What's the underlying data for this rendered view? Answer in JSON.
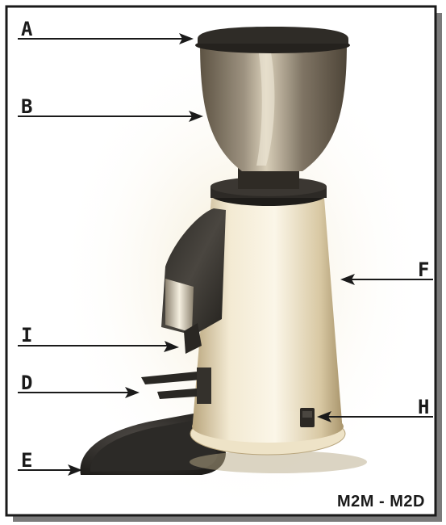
{
  "labels": {
    "a": "A",
    "b": "B",
    "f": "F",
    "i": "I",
    "d": "D",
    "h": "H",
    "e": "E"
  },
  "model": "M2M - M2D",
  "parts": {
    "a": "hopper-lid",
    "b": "bean-hopper",
    "f": "grinder-body",
    "i": "dispensing-spout",
    "d": "portafilter-holder",
    "h": "power-switch",
    "e": "drip-tray"
  },
  "colors": {
    "frame": "#1a1a1a",
    "shadow": "#7a7a7a",
    "body": "#e8dcc0",
    "dark": "#3a3a3a"
  }
}
